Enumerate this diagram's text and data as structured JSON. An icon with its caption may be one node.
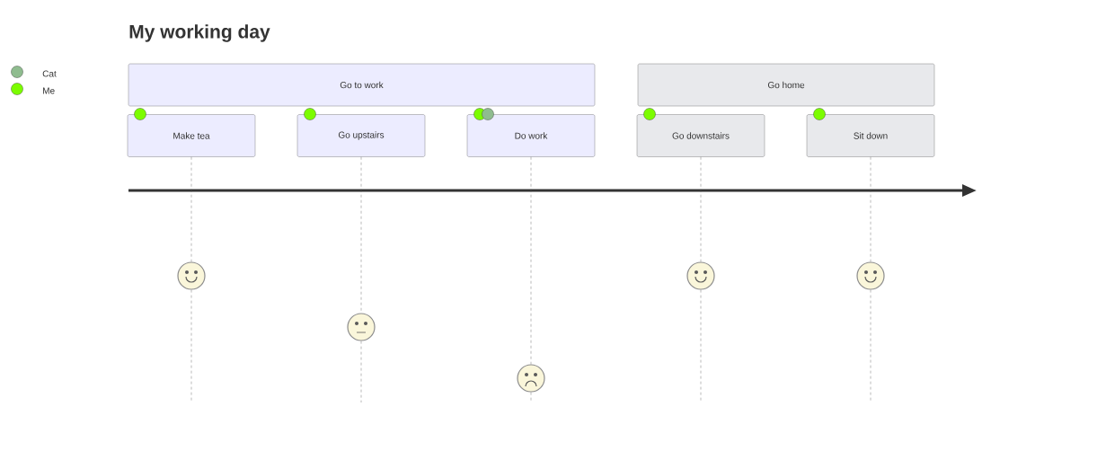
{
  "diagram": {
    "title": "My working day",
    "nodes": [
      {
        "text": [
          "Go to work"
        ]
      },
      {
        "text": [
          "Go home"
        ]
      },
      {
        "text": [
          "Make tea"
        ]
      },
      {
        "text": [
          "Go upstairs"
        ]
      },
      {
        "text": [
          "Do work"
        ]
      },
      {
        "text": [
          "Go downstairs"
        ]
      },
      {
        "text": [
          "Sit down"
        ]
      },
      {
        "text": [],
        "shape": "circle"
      },
      {
        "text": [],
        "shape": "circle"
      },
      {
        "text": [],
        "shape": "circle"
      },
      {
        "text": [],
        "shape": "circle"
      },
      {
        "text": [],
        "shape": "circle"
      }
    ],
    "edges": [
      {
        "from": 2,
        "to": 7,
        "arrow": "none",
        "style": "dashed"
      },
      {
        "from": 3,
        "to": 8,
        "arrow": "none",
        "style": "dashed"
      },
      {
        "from": 4,
        "to": 9,
        "arrow": "none",
        "style": "dashed"
      },
      {
        "from": 5,
        "to": 10,
        "arrow": "none",
        "style": "dashed"
      },
      {
        "from": 6,
        "to": 11,
        "arrow": "none",
        "style": "dashed"
      }
    ],
    "legend": [
      {
        "text": "Cat",
        "color": "#8fbc8f"
      },
      {
        "text": "Me",
        "color": "#7cfc00"
      }
    ]
  }
}
